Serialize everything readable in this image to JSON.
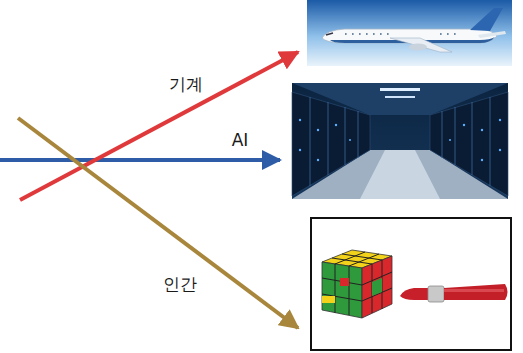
{
  "diagram": {
    "labels": [
      "기계",
      "AI",
      "인간"
    ]
  }
}
